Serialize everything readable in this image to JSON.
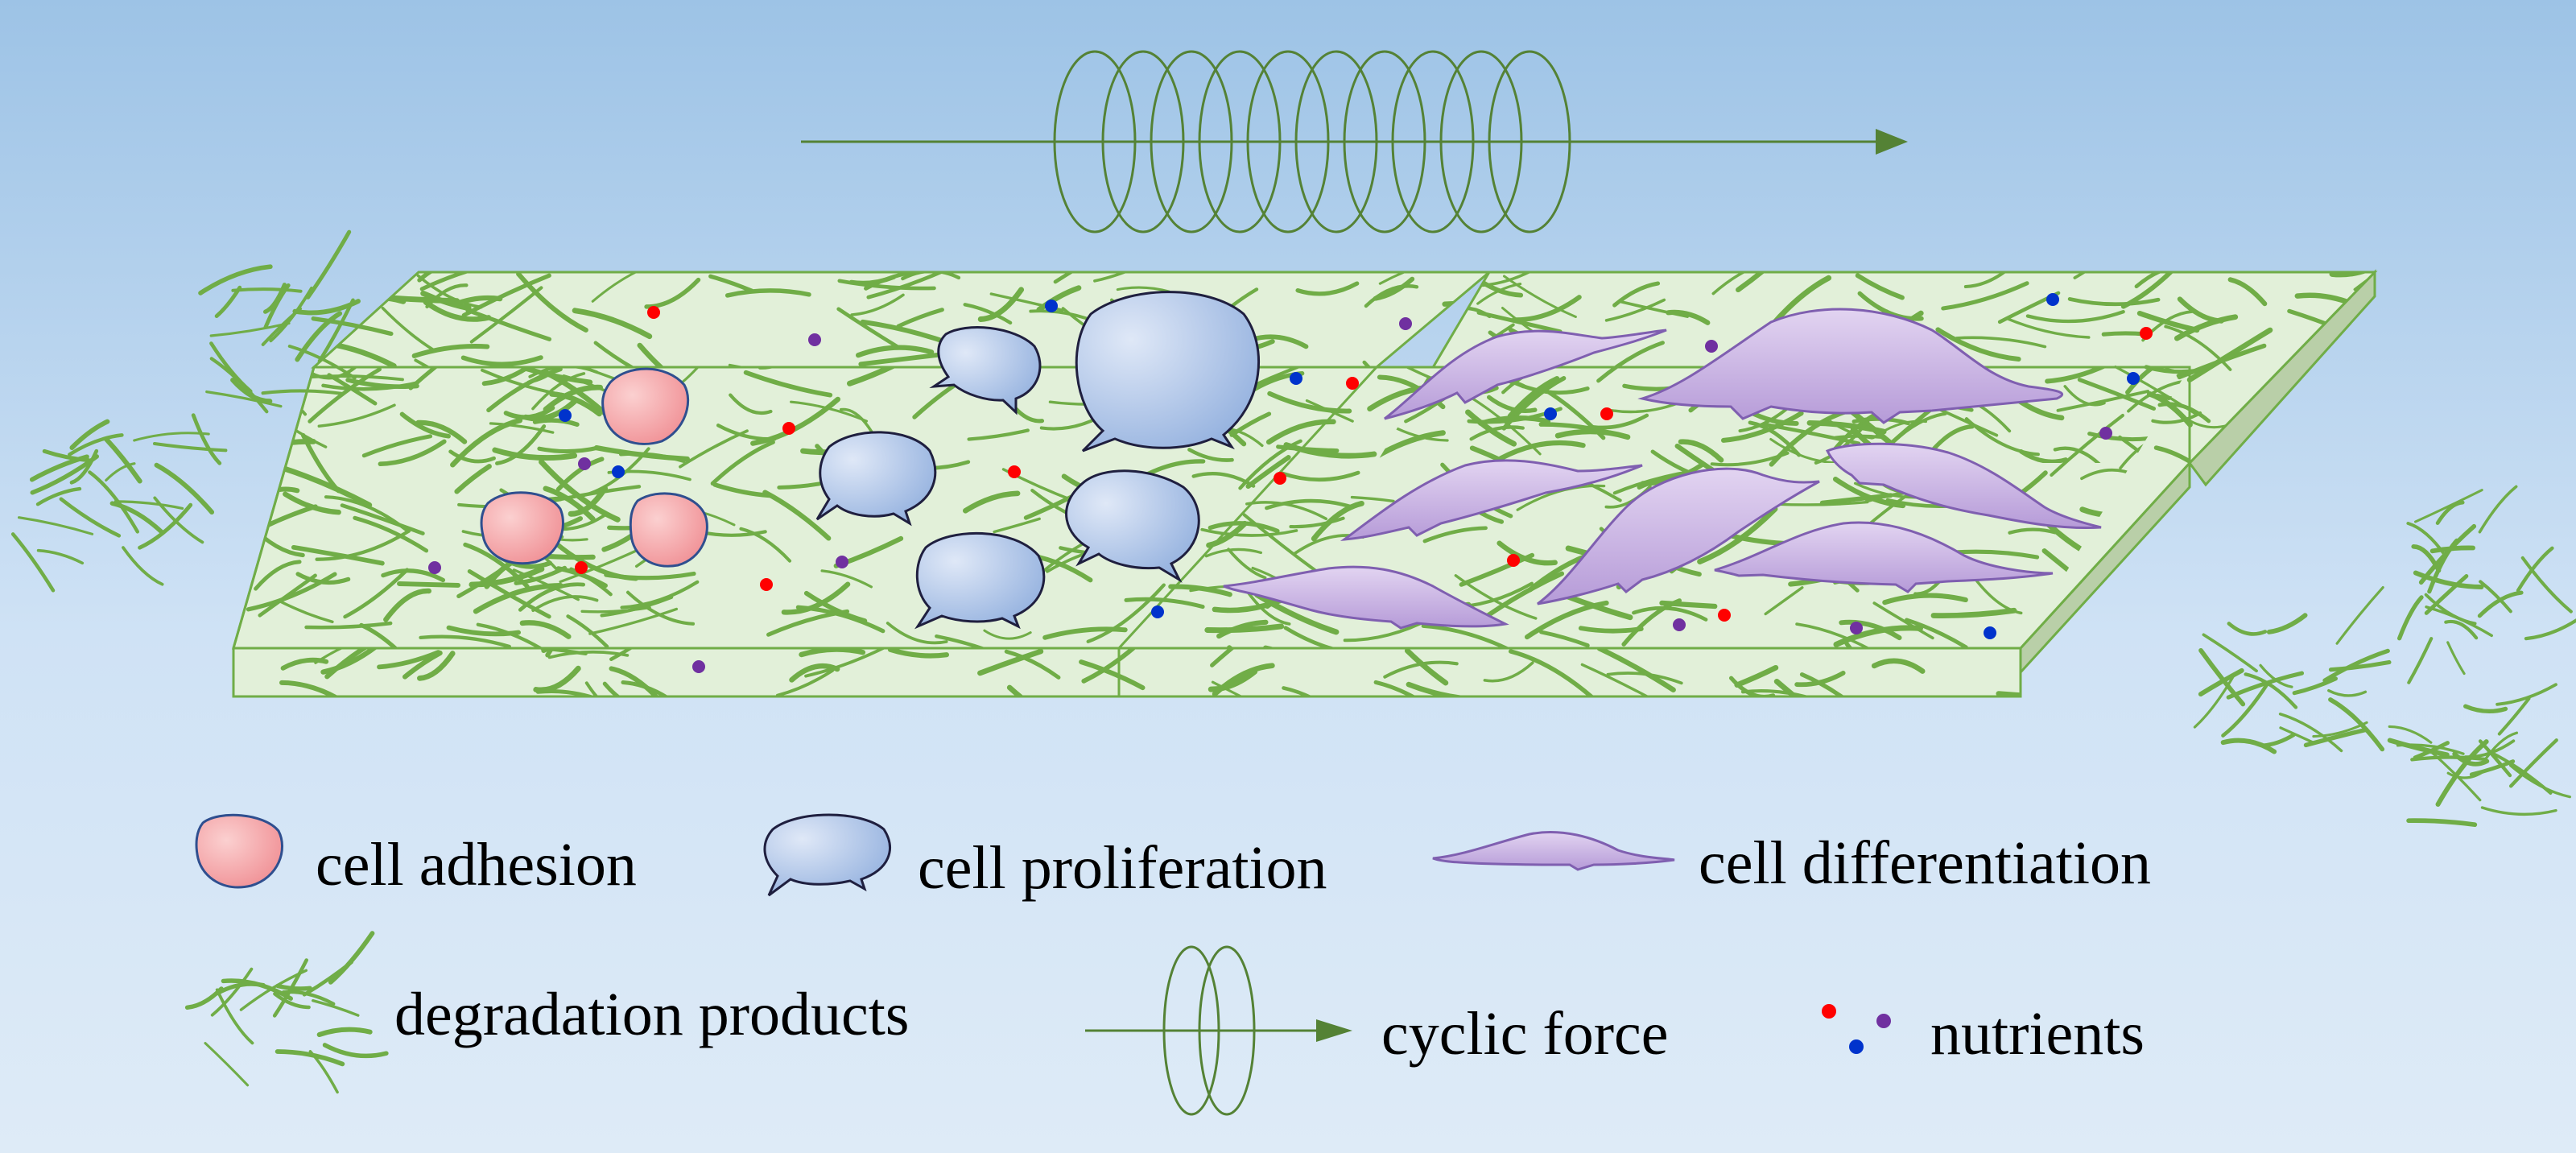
{
  "legend": {
    "adhesion_label": "cell adhesion",
    "proliferation_label": "cell proliferation",
    "differentiation_label": "cell differentiation",
    "degradation_label": "degradation products",
    "force_label": "cyclic force",
    "nutrients_label": "nutrients"
  },
  "colors": {
    "background_top": "#9dc3e6",
    "background_bottom": "#deebf7",
    "scaffold_fill": "#e2f0d9",
    "scaffold_edge": "#70ad47",
    "fiber": "#70ad47",
    "adhesion_cell": "#f4a6a6",
    "proliferation_cell": "#b4c7e7",
    "differentiation_cell": "#c5b0e0",
    "nutrient_red": "#ff0000",
    "nutrient_blue": "#0033cc",
    "nutrient_purple": "#7030a0",
    "cyclic_force": "#548235"
  }
}
